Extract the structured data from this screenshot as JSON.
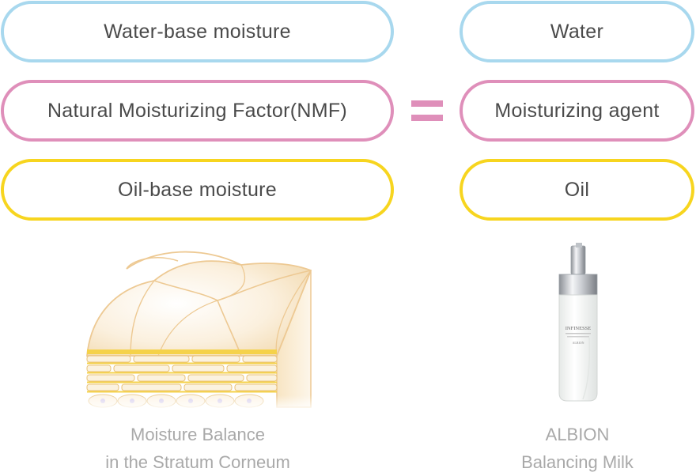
{
  "left_column": {
    "items": [
      {
        "label": "Water-base moisture"
      },
      {
        "label": "Natural Moisturizing Factor(NMF)"
      },
      {
        "label": "Oil-base moisture"
      }
    ]
  },
  "right_column": {
    "items": [
      {
        "label": "Water"
      },
      {
        "label": "Moisturizing agent"
      },
      {
        "label": "Oil"
      }
    ]
  },
  "colors": {
    "water": "#a8d8ee",
    "nmf": "#df8fba",
    "oil": "#f7d51f",
    "caption": "#a9a9a9"
  },
  "images": {
    "skin_caption_line1": "Moisture Balance",
    "skin_caption_line2": "in the Stratum Corneum",
    "product_caption_line1": "ALBION",
    "product_caption_line2": "Balancing Milk",
    "bottle_text_1": "INFINESSE",
    "bottle_text_2": "ALBION"
  }
}
